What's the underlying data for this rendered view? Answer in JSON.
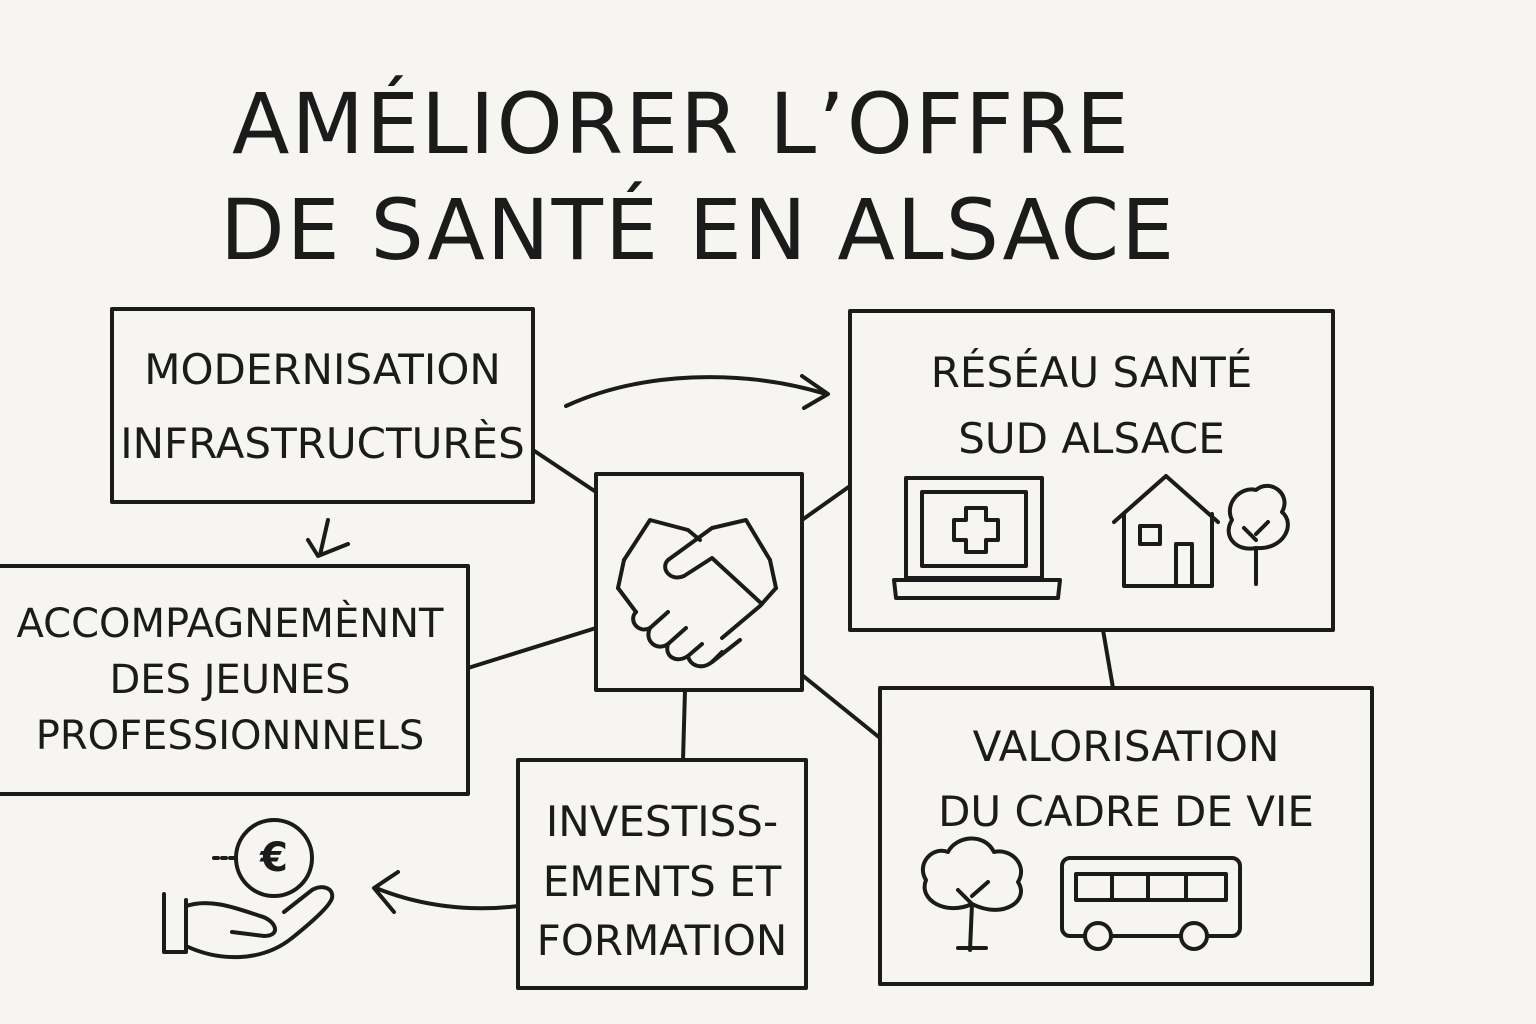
{
  "title": {
    "line1": "AMÉLIORER L’OFFRE",
    "line2": "DE SANTÉ EN ALSACE"
  },
  "boxes": {
    "modernisation": {
      "lines": [
        "MODERNISATION",
        "INFRASTRUCTURÈS"
      ]
    },
    "reseau": {
      "lines": [
        "RÉSÉAU  SANTÉ",
        "SUD  ALSACE"
      ]
    },
    "accompagnement": {
      "lines": [
        "ACCOMPAGNEMÈNNT",
        "DES JEUNES",
        "PROFESSIONNNELS"
      ]
    },
    "investissements": {
      "lines": [
        "INVESTISS-",
        "EMENTS ET",
        "FORMATION"
      ]
    },
    "valorisation": {
      "lines": [
        "VALORISATION",
        "DU CADRE  DE  VIE"
      ]
    }
  },
  "center": {
    "icon": "handshake-icon"
  },
  "icons": {
    "reseau": [
      "laptop-medical-cross-icon",
      "house-icon",
      "tree-icon"
    ],
    "valorisation": [
      "tree-icon",
      "bus-icon"
    ],
    "funding": [
      "hand-holding-euro-coin-icon"
    ]
  },
  "coin_symbol": "€",
  "colors": {
    "ink": "#1b1b1b",
    "paper": "#f6f5f2"
  }
}
